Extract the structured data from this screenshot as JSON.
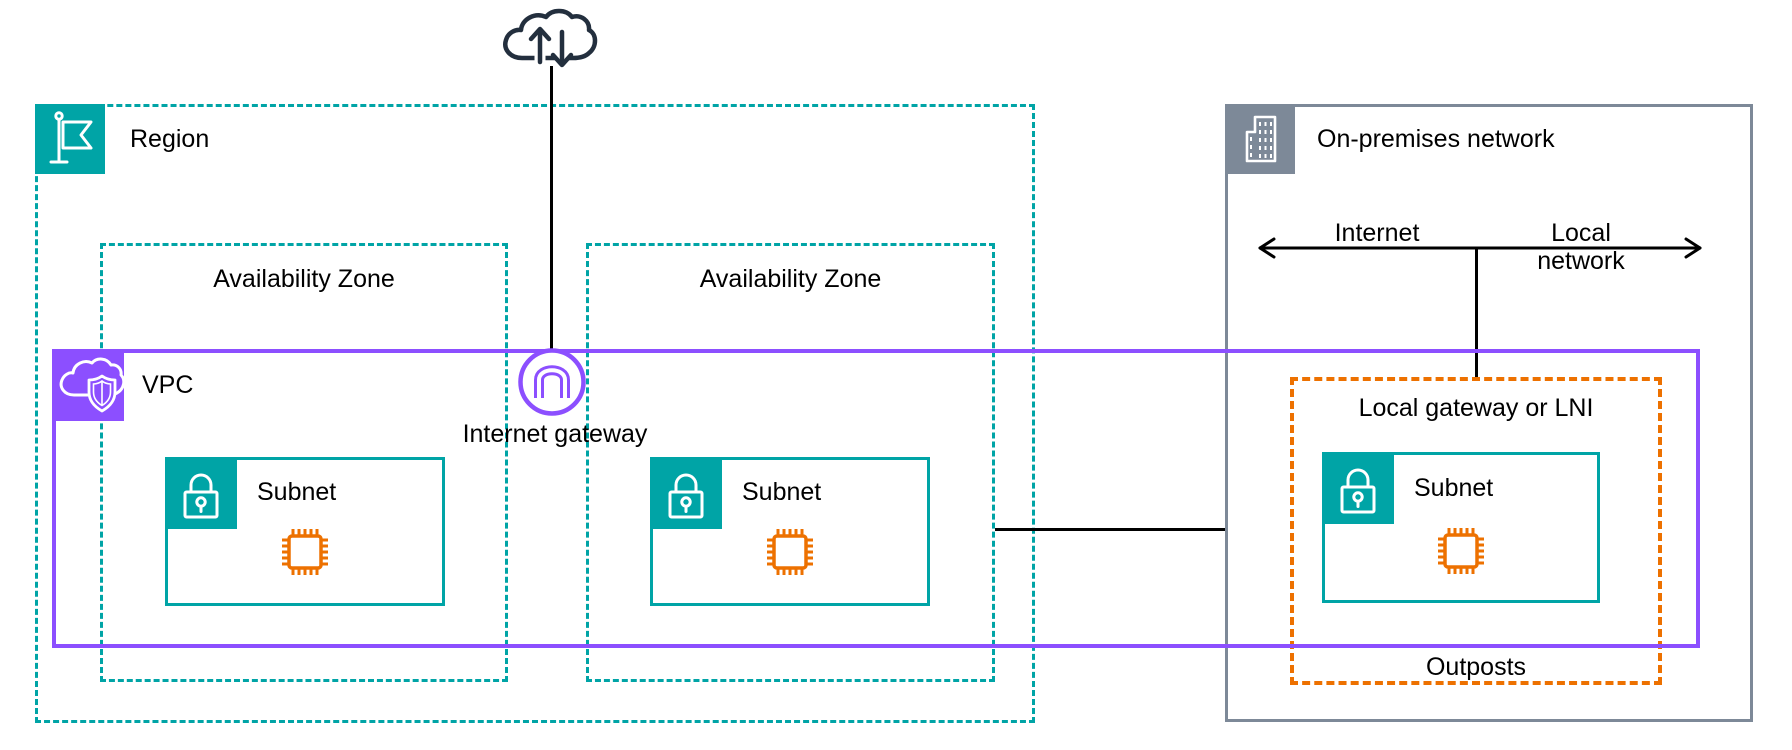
{
  "colors": {
    "teal": "#00a4a6",
    "purple": "#8c4fff",
    "orange": "#ed7100",
    "gray": "#7d8998",
    "ink": "#232f3e",
    "line": "#000000",
    "text": "#000000",
    "background": "#ffffff"
  },
  "internet": {
    "icon": "cloud-arrows-icon"
  },
  "region": {
    "label": "Region",
    "icon": "flag-icon"
  },
  "availability_zones": [
    {
      "label": "Availability Zone"
    },
    {
      "label": "Availability Zone"
    }
  ],
  "vpc": {
    "label": "VPC",
    "icon": "cloud-shield-icon"
  },
  "internet_gateway": {
    "label": "Internet gateway",
    "icon": "gateway-arch-icon"
  },
  "subnets": [
    {
      "label": "Subnet",
      "icon": "lock-icon",
      "resource_icon": "chip-icon"
    },
    {
      "label": "Subnet",
      "icon": "lock-icon",
      "resource_icon": "chip-icon"
    },
    {
      "label": "Subnet",
      "icon": "lock-icon",
      "resource_icon": "chip-icon"
    }
  ],
  "on_premises": {
    "label": "On-premises network",
    "icon": "building-icon",
    "internet_direction_label": "Internet",
    "local_network_direction_label": "Local network"
  },
  "outposts": {
    "label": "Outposts",
    "gateway_label": "Local gateway or LNI"
  }
}
